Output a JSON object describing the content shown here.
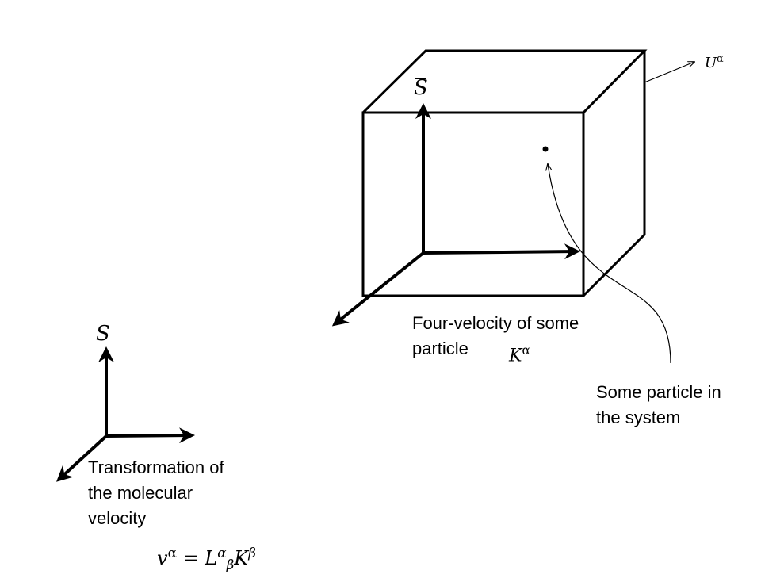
{
  "frames": {
    "lab_frame_symbol": "S",
    "moving_frame_symbol": "S"
  },
  "labels": {
    "four_velocity": [
      "Four-velocity of some",
      "particle"
    ],
    "particle_note": [
      "Some particle in",
      "the system"
    ],
    "transformation_note": [
      "Transformation of",
      "the molecular",
      "velocity"
    ]
  },
  "symbols": {
    "system_velocity": {
      "base": "U",
      "sup": "α"
    },
    "particle_velocity": {
      "base": "K",
      "sup": "α"
    }
  },
  "equation": {
    "lhs_base": "v",
    "lhs_sup": "α",
    "equals": "=",
    "op_base": "L",
    "op_sup": "α",
    "op_sub": "β",
    "rhs_base": "K",
    "rhs_sup": "β"
  },
  "colors": {
    "ink": "#000000",
    "background": "#ffffff"
  }
}
